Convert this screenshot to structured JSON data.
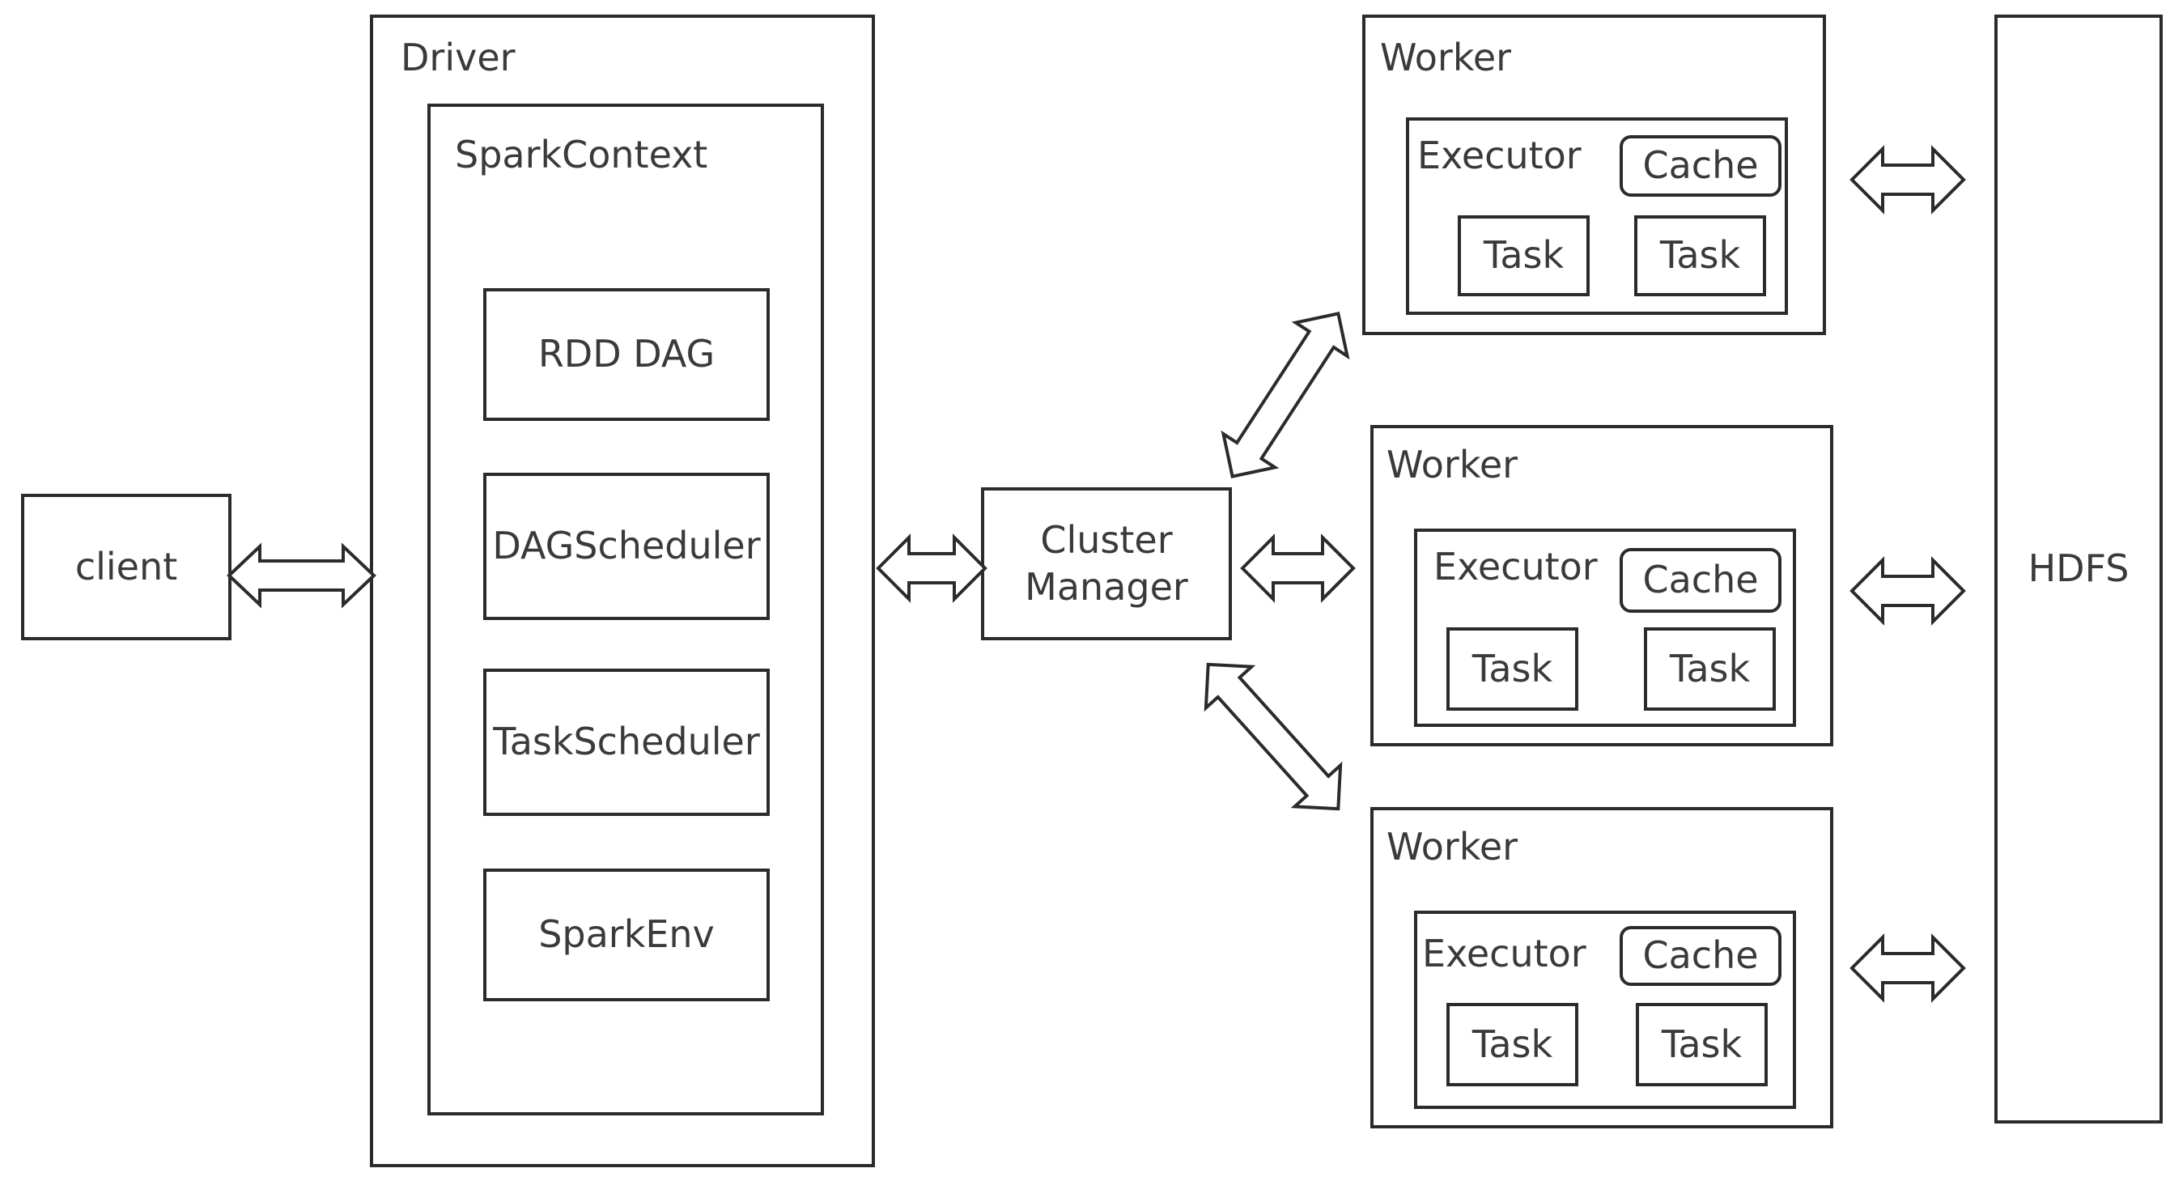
{
  "client": {
    "label": "client"
  },
  "driver": {
    "label": "Driver",
    "spark_context": {
      "label": "SparkContext",
      "components": [
        "RDD DAG",
        "DAGScheduler",
        "TaskScheduler",
        "SparkEnv"
      ]
    }
  },
  "cluster_manager": {
    "label_line1": "Cluster",
    "label_line2": "Manager"
  },
  "workers": [
    {
      "label": "Worker",
      "executor_label": "Executor",
      "cache_label": "Cache",
      "tasks": [
        "Task",
        "Task"
      ]
    },
    {
      "label": "Worker",
      "executor_label": "Executor",
      "cache_label": "Cache",
      "tasks": [
        "Task",
        "Task"
      ]
    },
    {
      "label": "Worker",
      "executor_label": "Executor",
      "cache_label": "Cache",
      "tasks": [
        "Task",
        "Task"
      ]
    }
  ],
  "hdfs": {
    "label": "HDFS"
  }
}
